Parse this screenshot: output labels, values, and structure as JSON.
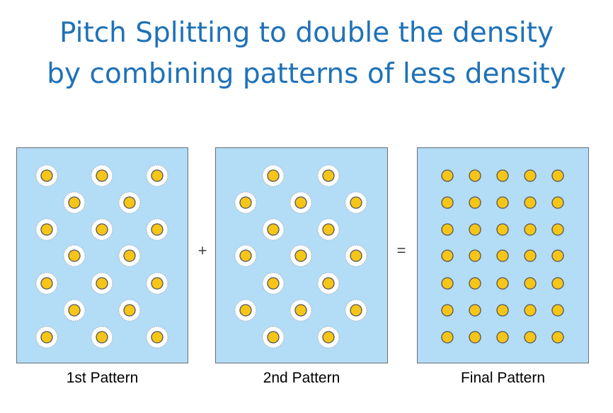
{
  "title": {
    "line1": "Pitch Splitting to double the density",
    "line2": "by combining patterns of less density"
  },
  "operators": {
    "plus": "+",
    "equals": "="
  },
  "panels": [
    {
      "caption": "1st Pattern"
    },
    {
      "caption": "2nd Pattern"
    },
    {
      "caption": "Final Pattern"
    }
  ],
  "colors": {
    "title": "#1f72b8",
    "panel_background": "#b3dcf6",
    "dot_fill": "#f5c518",
    "dot_stroke": "#555555",
    "halo": "#ffffff"
  },
  "grid": {
    "columns": 5,
    "rows": 7
  }
}
